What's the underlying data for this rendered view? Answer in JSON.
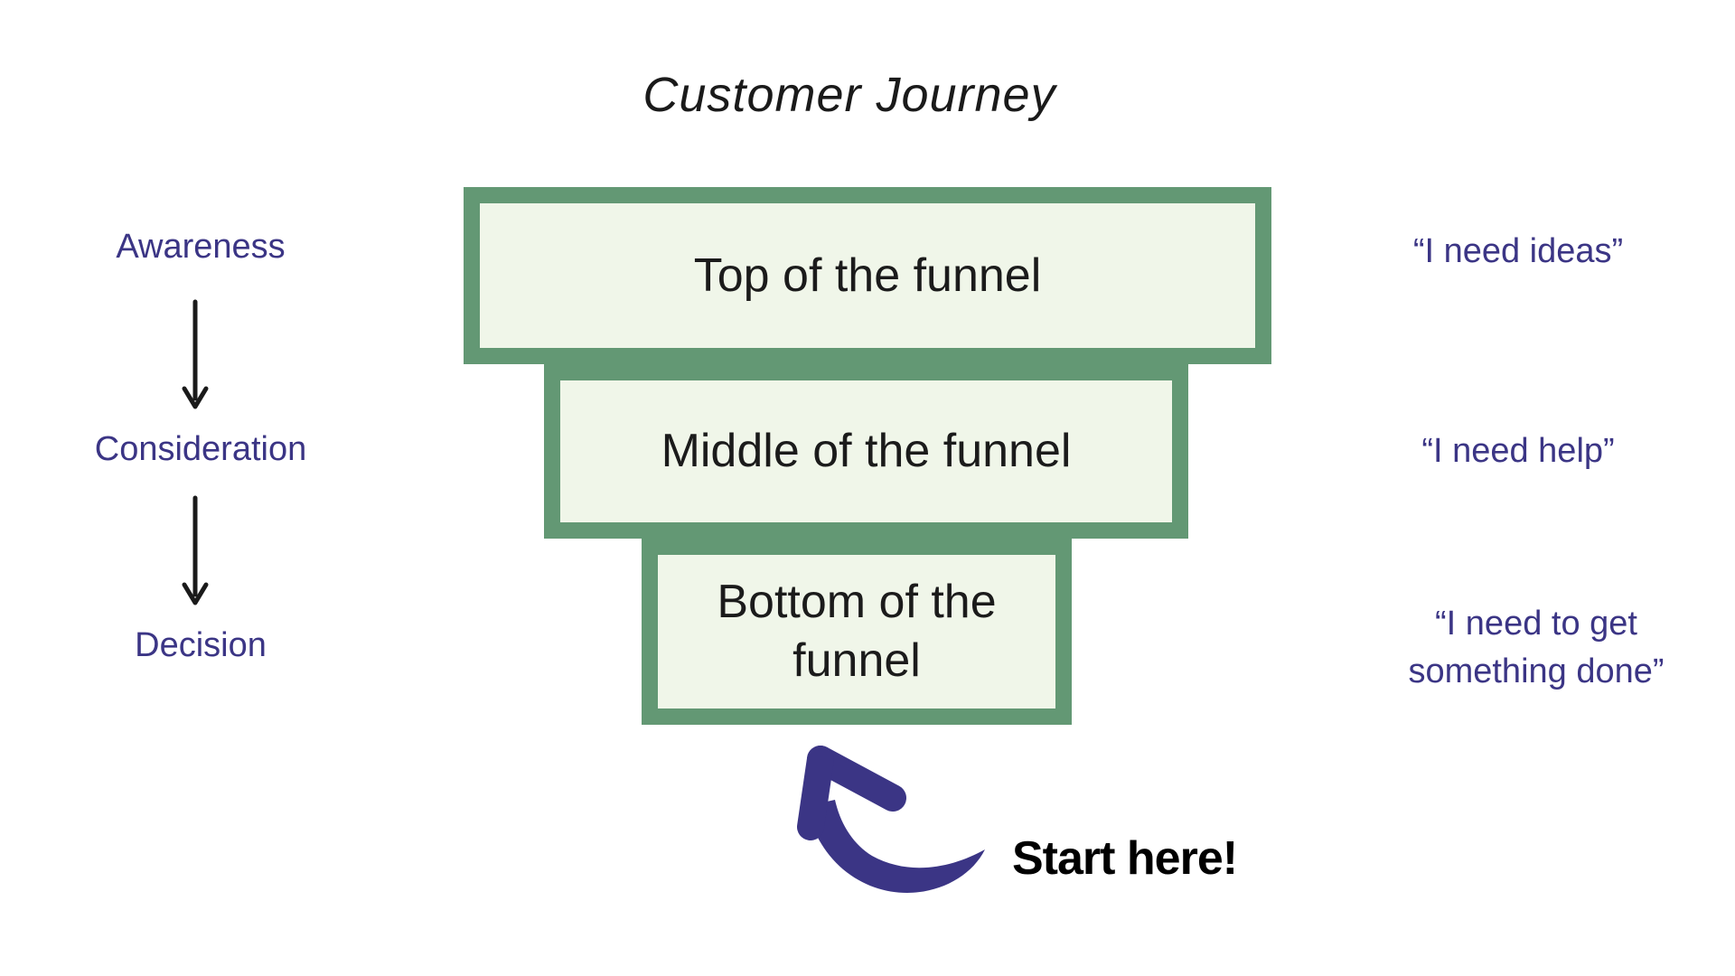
{
  "title": "Customer Journey",
  "colors": {
    "funnel_border": "#639874",
    "funnel_fill": "#f0f6e9",
    "purple": "#3b3585",
    "ink": "#1a1a1a"
  },
  "stages": {
    "items": [
      {
        "label": "Awareness"
      },
      {
        "label": "Consideration"
      },
      {
        "label": "Decision"
      }
    ]
  },
  "funnel": {
    "tiers": [
      {
        "label": "Top of the funnel"
      },
      {
        "label": "Middle of the funnel"
      },
      {
        "label": "Bottom of the funnel"
      }
    ]
  },
  "quotes": [
    {
      "text": "“I need ideas”"
    },
    {
      "text": "“I need help”"
    },
    {
      "text": "“I need to get something done”"
    }
  ],
  "annotation": {
    "label": "Start here!"
  }
}
